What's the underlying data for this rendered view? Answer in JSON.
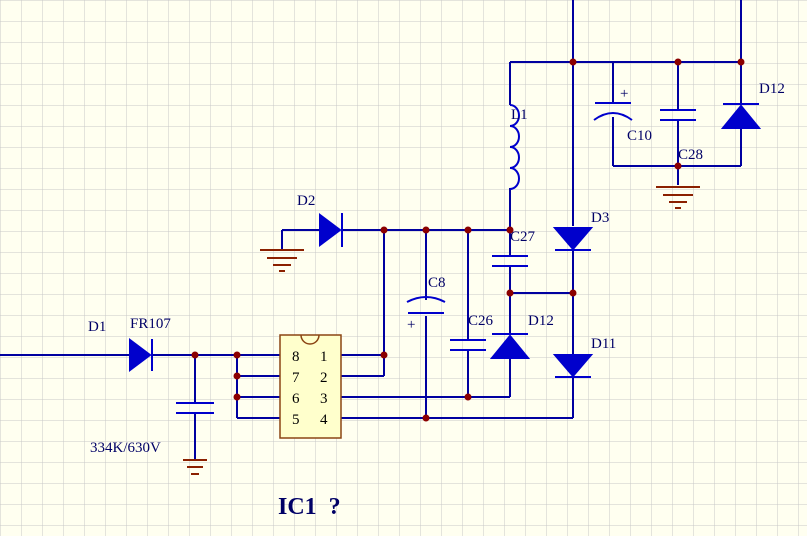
{
  "colors": {
    "background": "#fffff0",
    "grid": "#c8c8c8",
    "wire": "#0000a0",
    "component": "#0000cc",
    "junction": "#8b0000",
    "ground": "#8b2000",
    "ic_fill": "#ffffcc",
    "ic_border": "#8b4513"
  },
  "labels": {
    "d1": "D1",
    "fr107": "FR107",
    "d2": "D2",
    "l1": "L1",
    "c10": "C10",
    "c28": "C28",
    "d12_top": "D12",
    "d3": "D3",
    "c27": "C27",
    "c8": "C8",
    "c26": "C26",
    "d12_mid": "D12",
    "d11": "D11",
    "c_input": "334K/630V",
    "plus_c10": "+",
    "plus_c8": "+"
  },
  "ic": {
    "title": "IC1  ?",
    "pins_left": [
      "8",
      "7",
      "6",
      "5"
    ],
    "pins_right": [
      "1",
      "2",
      "3",
      "4"
    ]
  }
}
